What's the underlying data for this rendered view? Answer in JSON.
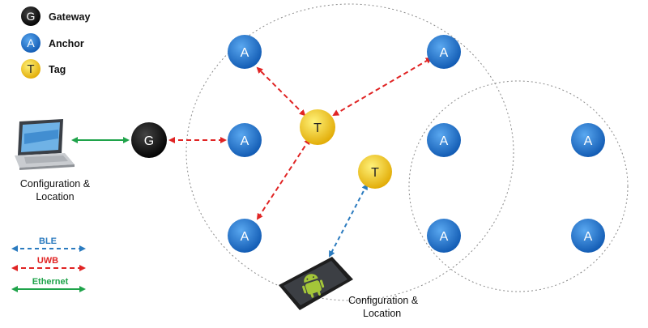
{
  "legend": {
    "gateway": {
      "symbol": "G",
      "label": "Gateway"
    },
    "anchor": {
      "symbol": "A",
      "label": "Anchor"
    },
    "tag": {
      "symbol": "T",
      "label": "Tag"
    }
  },
  "nodes": {
    "gateway_symbol": "G",
    "anchor_symbol": "A",
    "tag_symbol": "T"
  },
  "captions": {
    "laptop_line1": "Configuration &",
    "laptop_line2": "Location",
    "tablet_line1": "Configuration &",
    "tablet_line2": "Location"
  },
  "link_legend": {
    "ble": {
      "label": "BLE",
      "color": "#2b7bbf"
    },
    "uwb": {
      "label": "UWB",
      "color": "#e02424"
    },
    "ethernet": {
      "label": "Ethernet",
      "color": "#1fa34a"
    }
  },
  "colors": {
    "gateway": "#111111",
    "anchor": "#1a6fd0",
    "tag": "#f2c40f",
    "circle_outline": "#8a8a8a"
  }
}
